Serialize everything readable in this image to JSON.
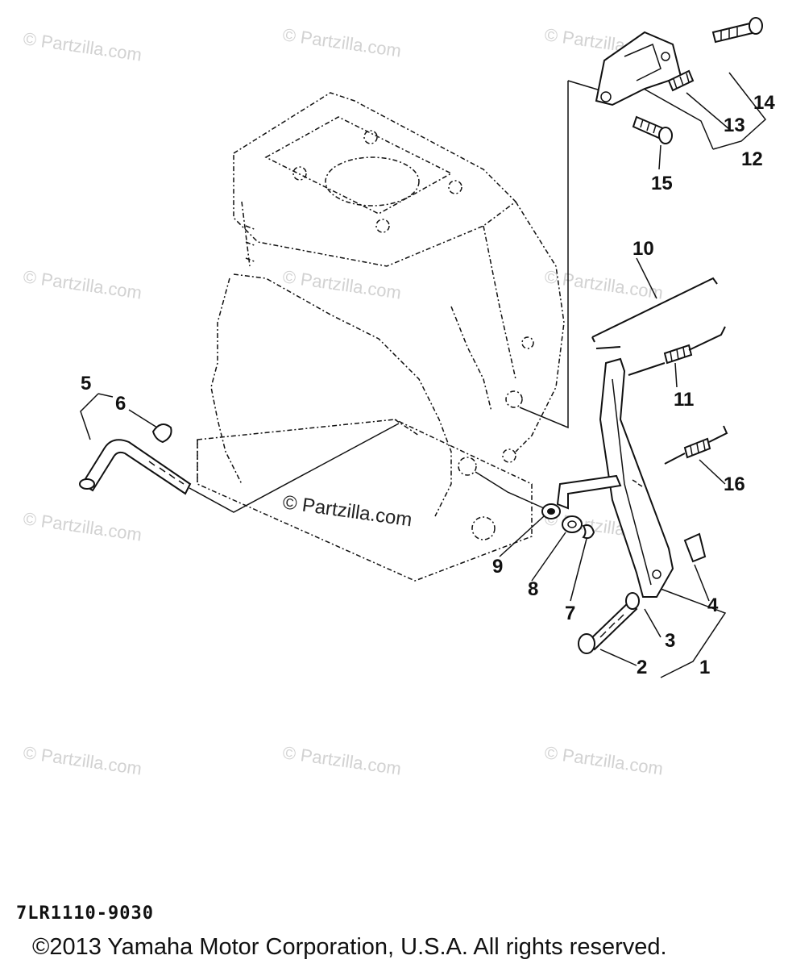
{
  "watermark_text": "© Partzilla.com",
  "center_watermark_text": "© Partzilla.com",
  "diagram_code": "7LR1110-9030",
  "copyright": "©2013 Yamaha Motor Corporation, U.S.A. All rights reserved.",
  "callouts": [
    "1",
    "2",
    "3",
    "4",
    "5",
    "6",
    "7",
    "8",
    "9",
    "10",
    "11",
    "12",
    "13",
    "14",
    "15",
    "16"
  ]
}
